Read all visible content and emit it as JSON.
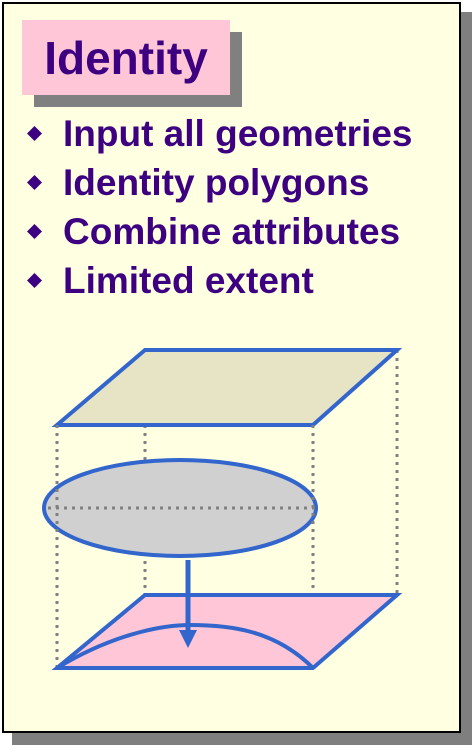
{
  "title": "Identity",
  "bullets": [
    {
      "text": "Input all geometries",
      "icon": "diamond-bullet-icon"
    },
    {
      "text": "Identity polygons",
      "icon": "diamond-bullet-icon"
    },
    {
      "text": "Combine attributes",
      "icon": "diamond-bullet-icon"
    },
    {
      "text": "Limited extent",
      "icon": "diamond-bullet-icon"
    }
  ],
  "colors": {
    "text": "#3d0080",
    "background": "#ffffe1",
    "title_fill": "#ffc6d8",
    "shadow": "#808080",
    "outline_blue": "#3366cc",
    "top_plane_fill": "#e6e4c4",
    "ellipse_fill": "#d0d0d0",
    "output_plane_fill": "#ffc6d8",
    "dotted_line": "#808080"
  }
}
